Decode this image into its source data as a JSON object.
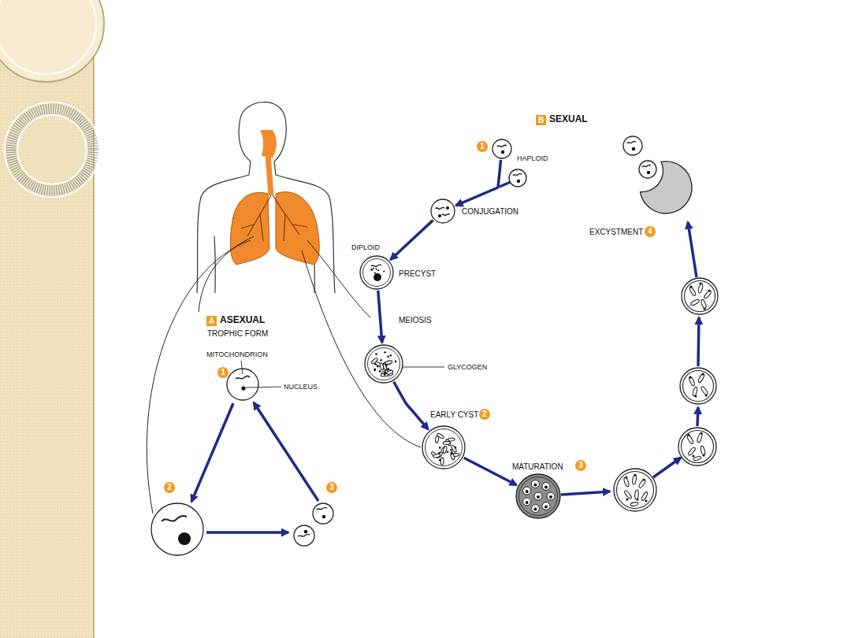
{
  "diagram": {
    "nodes": [
      {
        "text": [
          "HAPLOID"
        ]
      },
      {
        "text": [
          "CONJUGATION"
        ]
      },
      {
        "text": [
          "DIPLOID",
          "PRECYST"
        ]
      },
      {
        "text": [
          "GLYCOGEN"
        ]
      },
      {
        "text": [
          "EARLY CYST"
        ]
      },
      {
        "text": [
          "MATURATION"
        ]
      },
      {
        "text": [
          "EXCYSTMENT"
        ]
      }
    ],
    "edges": [
      {
        "from": 0,
        "to": 1,
        "arrow": "to"
      },
      {
        "from": 1,
        "to": 2,
        "arrow": "to"
      },
      {
        "from": 2,
        "to": 3,
        "label": "MEIOSIS",
        "arrow": "to"
      },
      {
        "from": 3,
        "to": 4,
        "arrow": "to"
      },
      {
        "from": 4,
        "to": 5,
        "arrow": "to"
      }
    ],
    "labels": [
      "B",
      "SEXUAL",
      "1",
      "4",
      "A",
      "ASEXUAL",
      "TROPHIC FORM",
      "MITOCHONDRION",
      "1",
      "NUCLEUS",
      "2",
      "2",
      "3",
      "3"
    ]
  }
}
